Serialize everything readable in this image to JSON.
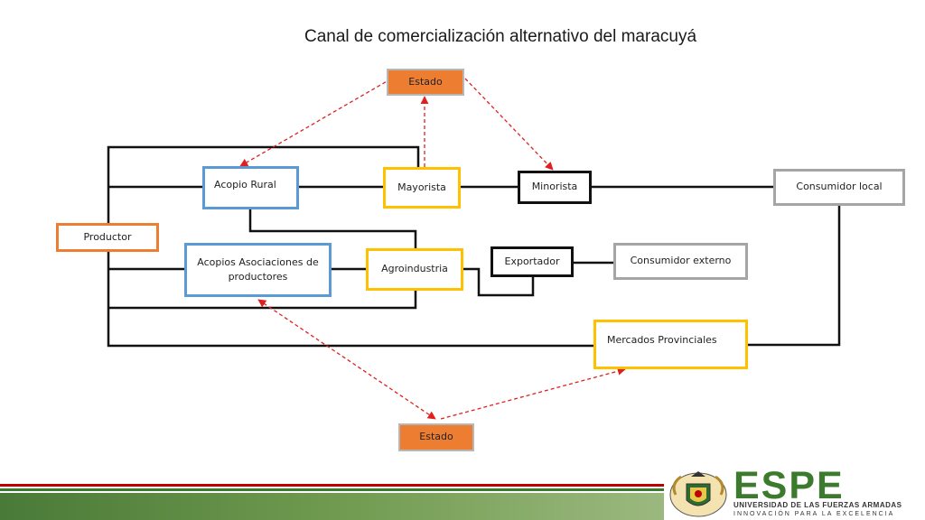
{
  "title": "Canal de comercialización alternativo del maracuyá",
  "nodes": {
    "estado_top": "Estado",
    "estado_bottom": "Estado",
    "productor": "Productor",
    "acopio_rural": "Acopio Rural",
    "acopios_asociaciones": "Acopios Asociaciones de\nproductores",
    "mayorista": "Mayorista",
    "agroindustria": "Agroindustria",
    "minorista": "Minorista",
    "exportador": "Exportador",
    "consumidor_local": "Consumidor local",
    "consumidor_externo": "Consumidor externo",
    "mercados_provinciales": "Mercados Provinciales"
  },
  "footer": {
    "logo_text": "ESPE",
    "university_name": "UNIVERSIDAD DE LAS FUERZAS ARMADAS",
    "tagline": "INNOVACIÓN PARA LA EXCELENCIA"
  },
  "colors": {
    "estado": "#ed7d31",
    "productor_border": "#ed7d31",
    "acopio_border": "#5b9bd5",
    "mayorista_border": "#ffc000",
    "minorista_border": "#111111",
    "consumidor_border": "#a5a5a5",
    "dashed_arrow": "#e02020",
    "connector": "#111111",
    "brand_green": "#3c7a2e",
    "brand_red": "#c00000"
  }
}
